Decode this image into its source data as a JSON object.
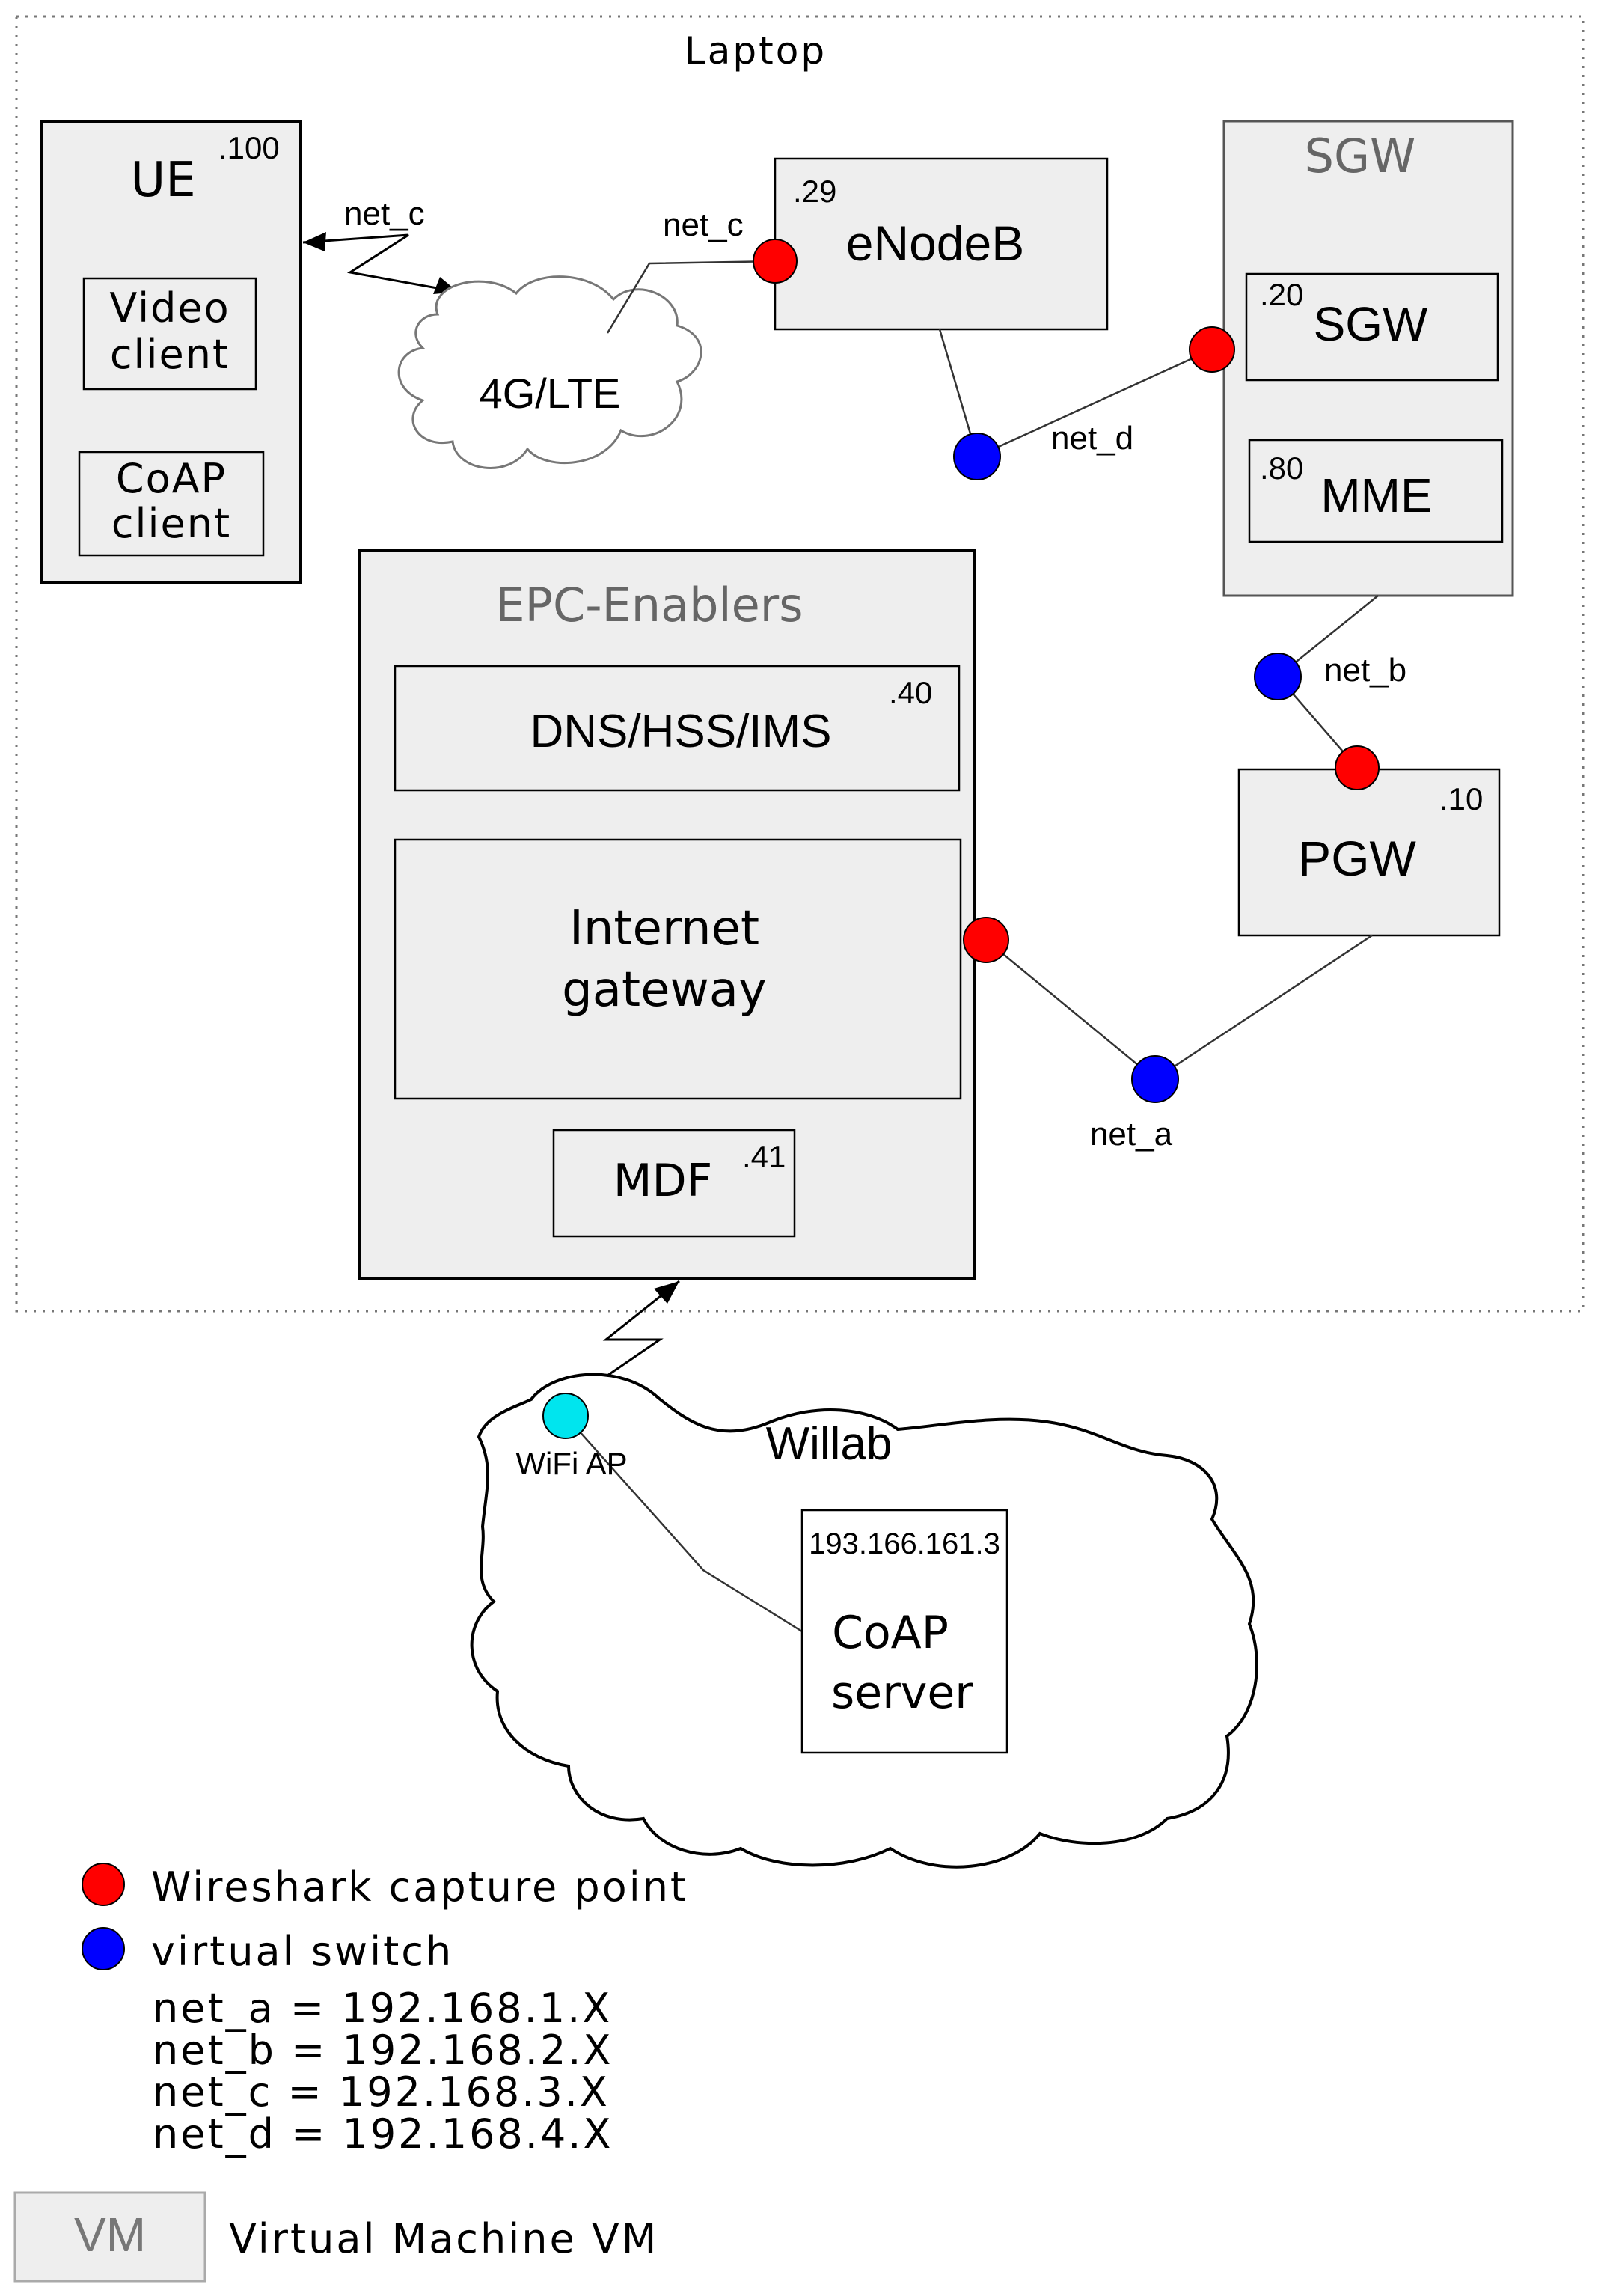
{
  "laptop_label": "Laptop",
  "ue": {
    "title": "UE",
    "ip": ".100",
    "video": [
      "Video",
      "client"
    ],
    "coap": [
      "CoAP",
      "client"
    ]
  },
  "links": {
    "ue_link": "net_c",
    "enb_link": "net_c",
    "net_d": "net_d",
    "net_b": "net_b",
    "net_a": "net_a"
  },
  "cloud_lte": "4G/LTE",
  "enodeb": {
    "title": "eNodeB",
    "ip": ".29"
  },
  "sgw_vm": {
    "title": "SGW",
    "sgw": {
      "title": "SGW",
      "ip": ".20"
    },
    "mme": {
      "title": "MME",
      "ip": ".80"
    }
  },
  "pgw": {
    "title": "PGW",
    "ip": ".10"
  },
  "epc": {
    "title": "EPC-Enablers",
    "dns": {
      "title": "DNS/HSS/IMS",
      "ip": ".40"
    },
    "gateway": [
      "Internet",
      "gateway"
    ],
    "mdf": {
      "title": "MDF",
      "ip": ".41"
    }
  },
  "willab": {
    "title": "Willab",
    "wifi": "WiFi AP",
    "server_ip": "193.166.161.3",
    "server": [
      "CoAP",
      "server"
    ]
  },
  "legend": {
    "capture": "Wireshark capture point",
    "switch": "virtual switch",
    "nets": [
      "net_a = 192.168.1.X",
      "net_b = 192.168.2.X",
      "net_c = 192.168.3.X",
      "net_d = 192.168.4.X"
    ],
    "vm_box": "VM",
    "vm_desc": "Virtual Machine VM"
  },
  "colors": {
    "capture_point": "#ff0000",
    "virtual_switch": "#0000ff",
    "wifi_ap": "#00e5ee",
    "vm_fill": "#eeeeee"
  }
}
